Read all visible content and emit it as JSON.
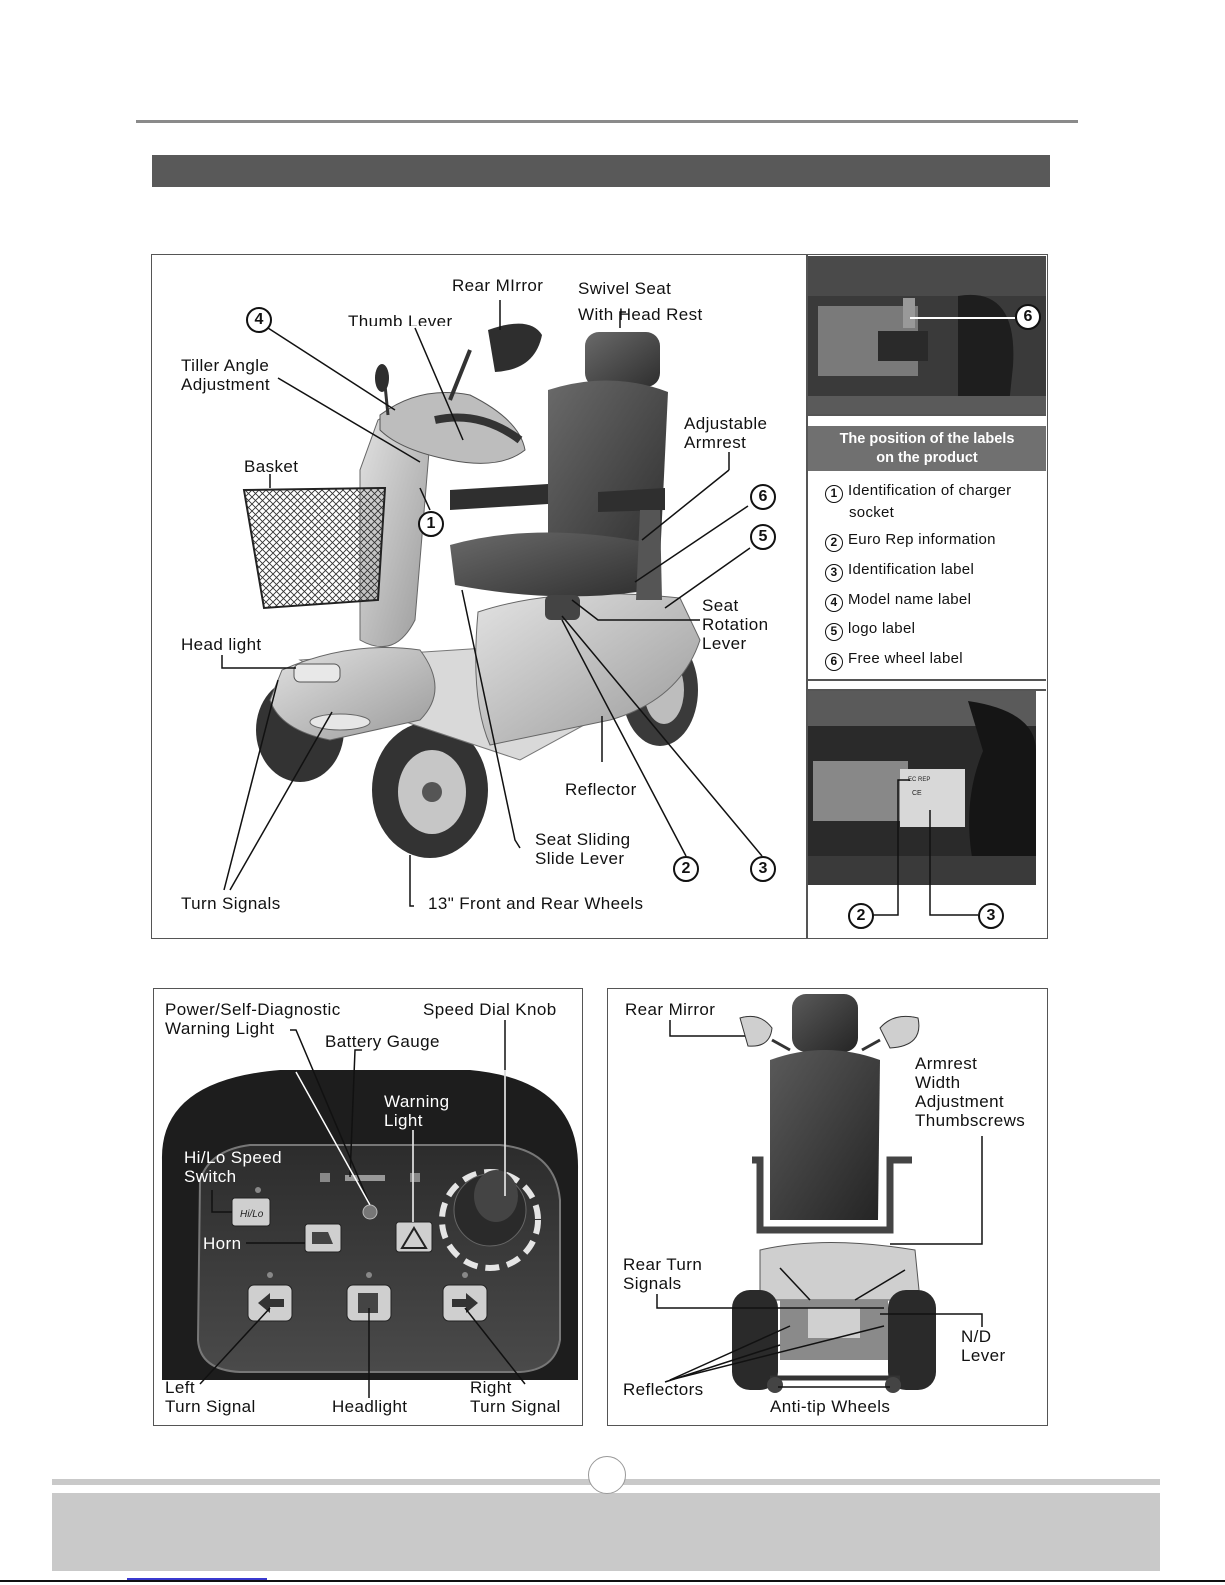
{
  "main_figure": {
    "labels": {
      "rear_mirror": "Rear MIrror",
      "swivel_seat": "Swivel Seat\nWith Head Rest",
      "thumb_lever": "Thumb Lever",
      "tiller_angle": "Tiller Angle\nAdjustment",
      "adjustable_armrest": "Adjustable\nArmrest",
      "basket": "Basket",
      "seat_rotation": "Seat\nRotation\nLever",
      "head_light": "Head light",
      "reflector": "Reflector",
      "seat_sliding": "Seat Sliding\nSlide Lever",
      "turn_signals": "Turn Signals",
      "wheels": "13\" Front and Rear  Wheels"
    },
    "callouts": [
      "1",
      "2",
      "3",
      "4",
      "5",
      "6"
    ]
  },
  "inset_top": {
    "callout": "6"
  },
  "legend": {
    "header": "The position of the labels\non the product",
    "items": [
      {
        "num": "1",
        "text": "Identification of charger",
        "text2": "socket"
      },
      {
        "num": "2",
        "text": "Euro  Rep information"
      },
      {
        "num": "3",
        "text": "Identification  label"
      },
      {
        "num": "4",
        "text": "Model  name label"
      },
      {
        "num": "5",
        "text": "logo  label"
      },
      {
        "num": "6",
        "text": "Free  wheel label"
      }
    ]
  },
  "inset_bottom": {
    "callouts": [
      "2",
      "3"
    ],
    "sticker_text": [
      "CE",
      "EC REP"
    ]
  },
  "control_panel": {
    "labels": {
      "power_light": "Power/Self-Diagnostic\nWarning  Light",
      "speed_dial": "Speed Dial Knob",
      "battery_gauge": "Battery  Gauge",
      "warning_light": "Warning\nLight",
      "hilo_switch": "Hi/Lo  Speed\nSwitch",
      "horn": "Horn",
      "left_turn": "Left\nTurn Signal",
      "headlight": "Headlight",
      "right_turn": "Right\nTurn Signal"
    },
    "hilo_text": "Hi/Lo"
  },
  "rear_view": {
    "labels": {
      "rear_mirror": "Rear Mirror",
      "armrest_width": "Armrest\nWidth\nAdjustment\nThumbscrews",
      "rear_turn": "Rear Turn\nSignals",
      "nd_lever": "N/D\nLever",
      "reflectors": "Reflectors",
      "anti_tip": "Anti-tip  Wheels"
    }
  }
}
